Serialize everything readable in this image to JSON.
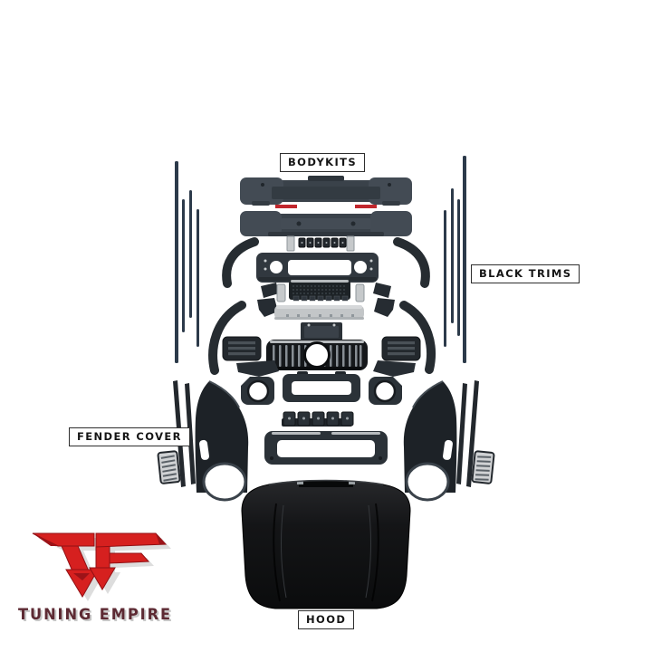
{
  "image": {
    "type": "product-photo",
    "background": "#ffffff",
    "subject": "Exploded view of car body kit parts on white background"
  },
  "labels": {
    "bodykits": "BODYKITS",
    "black_trims": "BLACK TRIMS",
    "fender_cover": "FENDER COVER",
    "hood": "HOOD"
  },
  "brand": {
    "name": "TUNING EMPIRE",
    "logo_icon": "tf-double-arrow-emblem",
    "logo_red": "#d6201f",
    "logo_shadow": "#c2c2c2",
    "text_color": "#5d2a33"
  },
  "colors": {
    "part_dark": "#3a424a",
    "part_black": "#1d2227",
    "trim_blue_gray": "#2c3a4a",
    "silver": "#c6c9cb",
    "reflector_red": "#c1272d",
    "label_border": "#2e2e2e",
    "label_text": "#151515"
  },
  "parts": [
    "rear-bumper-upper",
    "rear-bumper-lower",
    "red-reflectors",
    "mounting-clips",
    "wheel-arch-flares",
    "front-bumper-frame",
    "mesh-grille-insert",
    "silver-skid-plate",
    "license-plate-bracket",
    "gt-panamericana-grille",
    "fog-lamp-covers",
    "headlight-bezels",
    "center-duct-frame",
    "clip-bracket-strip",
    "sill-step-frame",
    "door-trim-strips",
    "fender-covers",
    "fender-vents",
    "hood-panel"
  ]
}
